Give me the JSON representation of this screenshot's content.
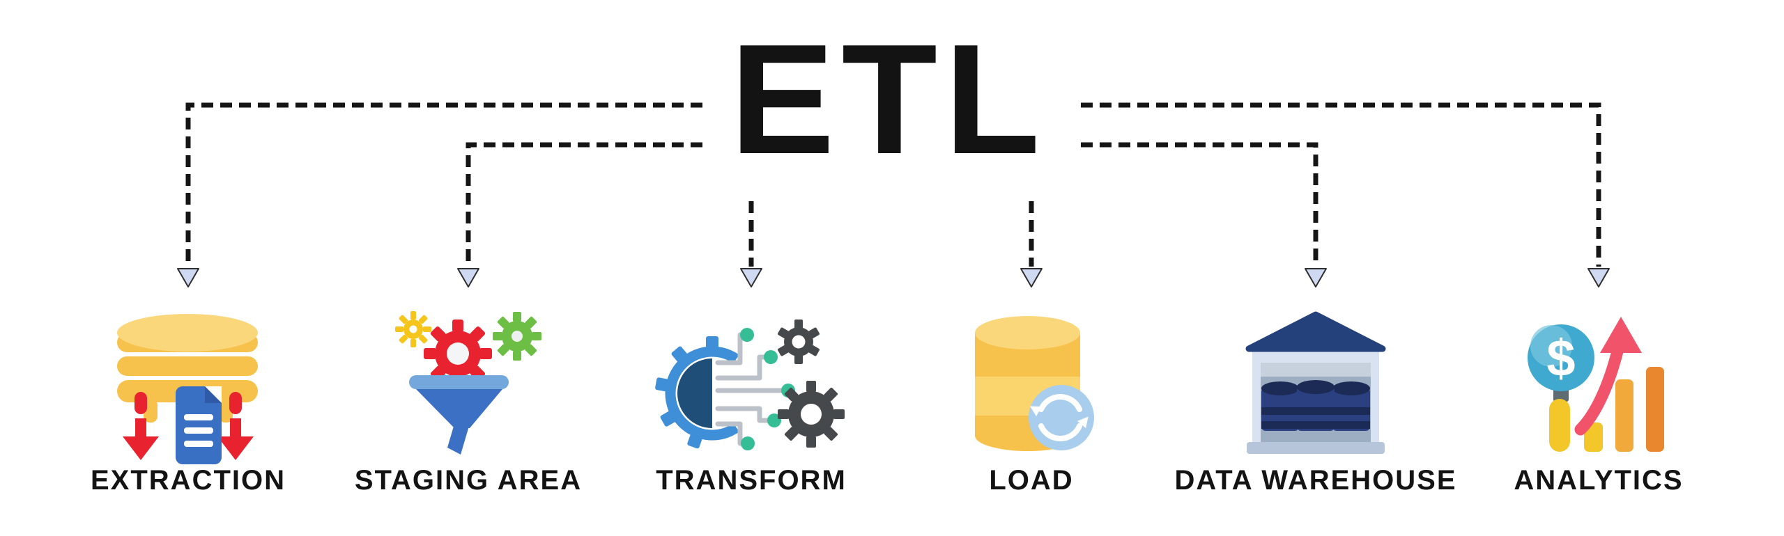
{
  "title": "ETL",
  "steps": [
    {
      "label": "EXTRACTION",
      "icon": "database-extract-icon"
    },
    {
      "label": "STAGING AREA",
      "icon": "funnel-gears-icon"
    },
    {
      "label": "TRANSFORM",
      "icon": "half-gear-circuit-icon"
    },
    {
      "label": "LOAD",
      "icon": "database-sync-icon"
    },
    {
      "label": "DATA WAREHOUSE",
      "icon": "warehouse-icon"
    },
    {
      "label": "ANALYTICS",
      "icon": "magnifier-dollar-chart-icon",
      "symbol": "$"
    }
  ],
  "palette": {
    "line": "#151515",
    "arrow_fill": "#CFDAF2",
    "text": "#131313",
    "gold": "#F6C24B",
    "gold_light": "#FBD77C",
    "gold_mid": "#FAD56E",
    "red": "#E8232F",
    "doc_blue": "#3A70C4",
    "doc_fold": "#2E5AA8",
    "gear_yellow": "#F5C51C",
    "gear_green": "#6CBE45",
    "funnel_blue": "#3B70C4",
    "funnel_rim": "#74A7DC",
    "sky_blue": "#3E8ED8",
    "navy": "#1F4E79",
    "teal": "#35BD96",
    "trace_gray": "#BCC1C9",
    "gear_dark": "#46494C",
    "sync_blue": "#A9CDEC",
    "roof_navy": "#25417B",
    "wall_light": "#D9E2F1",
    "interior_light": "#C7D0DD",
    "interior_gray": "#9DAEC3",
    "base_gray": "#B6C5DA",
    "barrel_blue": "#2B4080",
    "barrel_dark": "#1B2B55",
    "lens_blue": "#3FA9CF",
    "lens_light": "#79C6DE",
    "ferrule_gray": "#5E6B73",
    "handle_yellow": "#F3C629",
    "coral": "#F0536A",
    "orange": "#F2A93B",
    "orange_dark": "#E9872E"
  }
}
